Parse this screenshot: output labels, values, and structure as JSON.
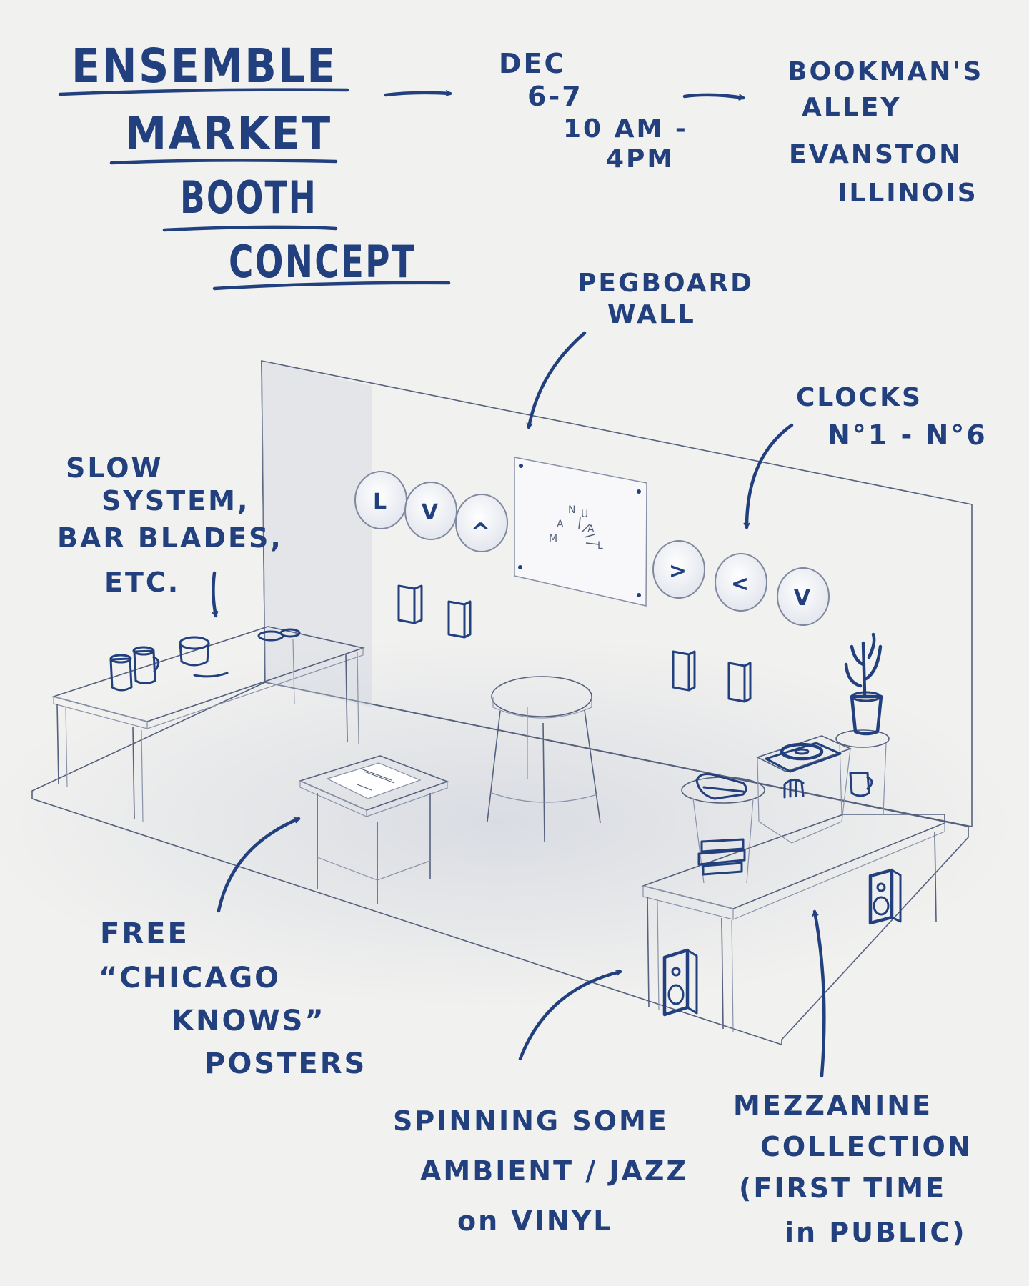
{
  "title": {
    "lines": [
      "ENSEMBLE",
      "MARKET",
      "BOOTH",
      "CONCEPT"
    ]
  },
  "event": {
    "date_lines": [
      "DEC",
      "6-7",
      "10 AM -",
      "4PM"
    ],
    "location_lines": [
      "BOOKMAN'S",
      "ALLEY",
      "EVANSTON",
      "ILLINOIS"
    ]
  },
  "poster_logo": {
    "letters": [
      "M",
      "A",
      "N",
      "U",
      "A",
      "L"
    ]
  },
  "clock_glyphs": [
    "L",
    "V",
    "^",
    ">",
    "<",
    "V"
  ],
  "annotations": {
    "pegboard": [
      "PEGBOARD",
      "WALL"
    ],
    "clocks": [
      "CLOCKS",
      "N°1 - N°6"
    ],
    "slow_system": [
      "SLOW",
      "SYSTEM,",
      "BAR BLADES,",
      "ETC."
    ],
    "posters": [
      "FREE",
      "“CHICAGO",
      "KNOWS”",
      "POSTERS"
    ],
    "vinyl": [
      "SPINNING SOME",
      "AMBIENT / JAZZ",
      "on VINYL"
    ],
    "mezzanine": [
      "MEZZANINE",
      "COLLECTION",
      "(FIRST TIME",
      "in PUBLIC)"
    ]
  },
  "colors": {
    "ink": "#22407e",
    "paper": "#f1f1ef",
    "surface": "#e9ebf1",
    "shadow": "#b9c0d4"
  },
  "icons": [
    "arrow-icon",
    "clock-icon",
    "plant-icon",
    "speaker-icon",
    "turntable-icon",
    "mug-icon",
    "book-icon"
  ]
}
